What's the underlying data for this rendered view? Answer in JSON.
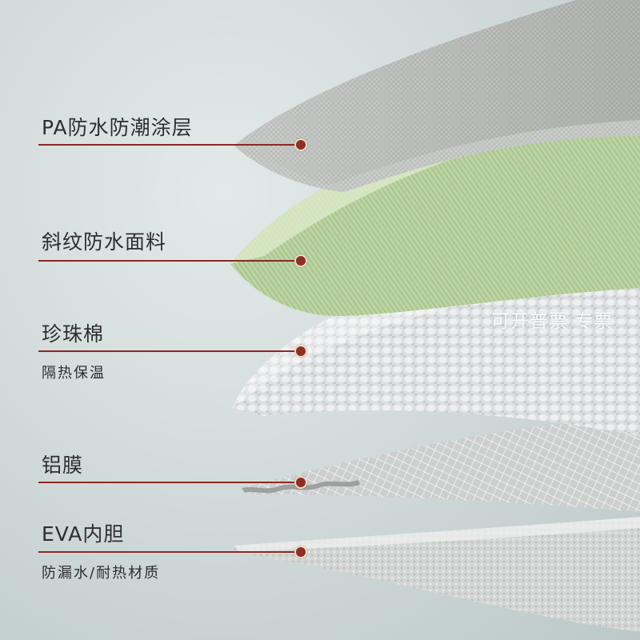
{
  "layers": [
    {
      "title": "PA防水防潮涂层",
      "subtitle": ""
    },
    {
      "title": "斜纹防水面料",
      "subtitle": ""
    },
    {
      "title": "珍珠棉",
      "subtitle": "隔热保温"
    },
    {
      "title": "铝膜",
      "subtitle": ""
    },
    {
      "title": "EVA内胆",
      "subtitle": "防漏水/耐热材质"
    }
  ],
  "watermark": "可开普票 专票",
  "colors": {
    "leader": "#8a2a22",
    "dot": "#8e2f25",
    "coating": "#c9cbc9",
    "twill": "#bfd6a8",
    "foam": "#d9dbdc",
    "foil": "#c4c6c6",
    "eva": "#cfd0d0"
  }
}
